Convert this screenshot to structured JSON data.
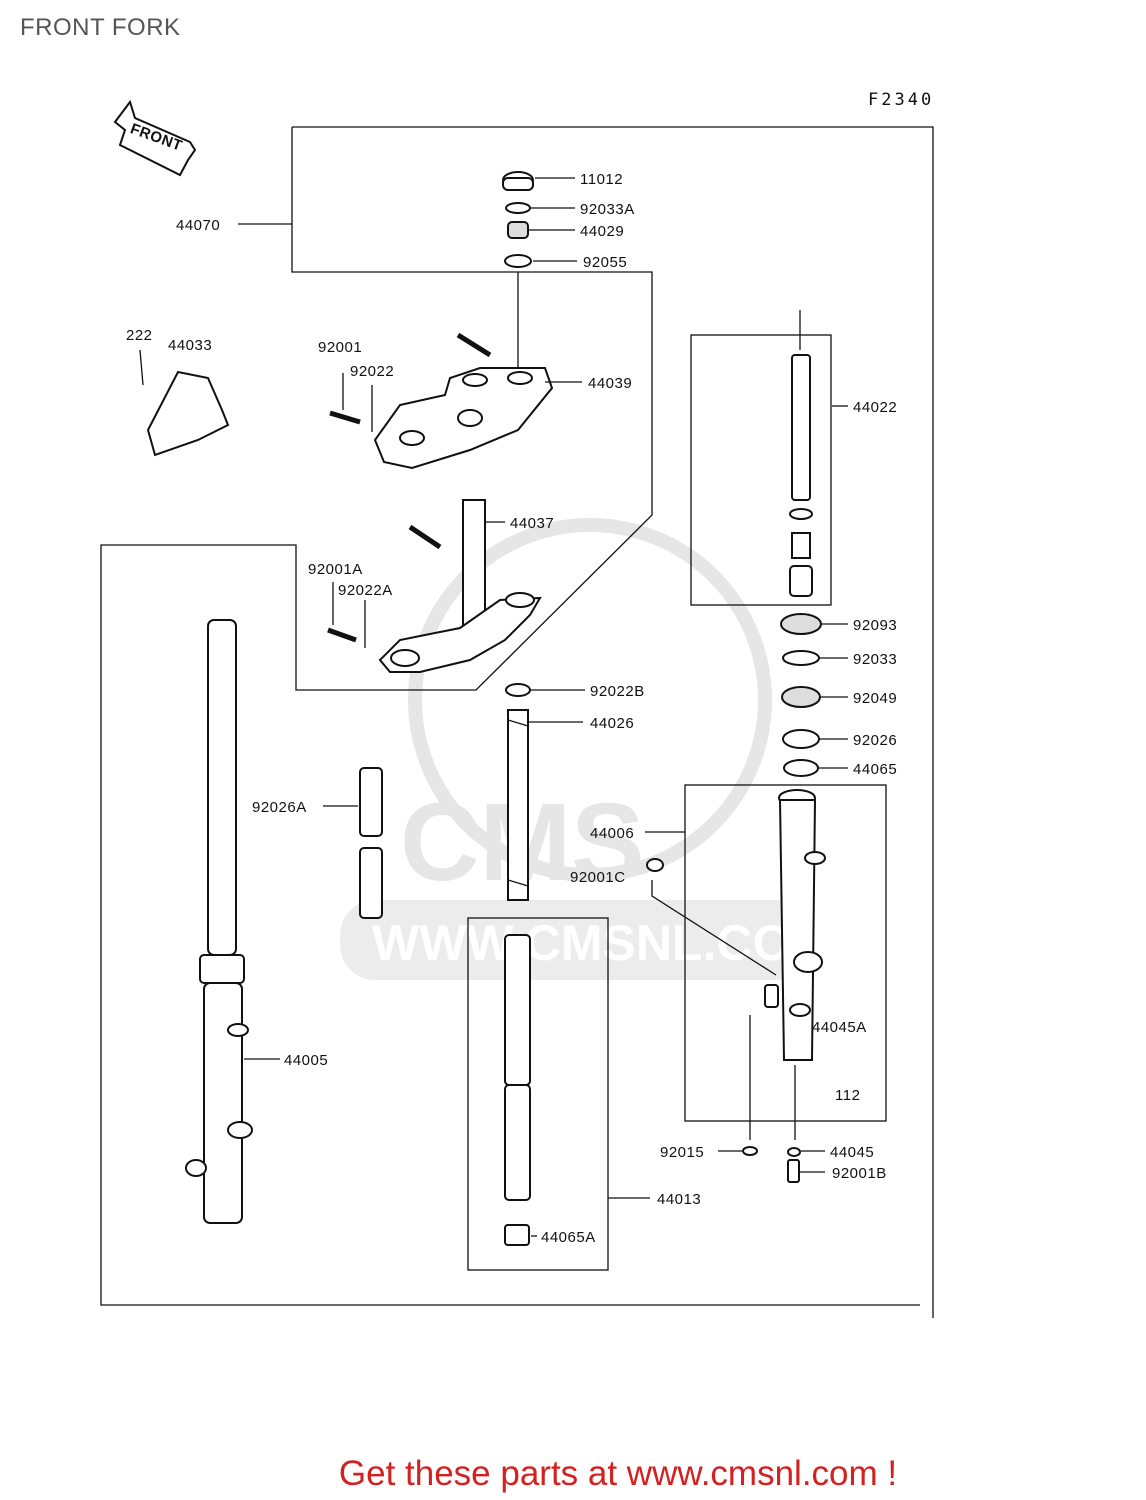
{
  "title": "FRONT FORK",
  "diagram_code": "F2340",
  "front_arrow_label": "FRONT",
  "watermark": {
    "brand": "CMS",
    "url": "WWW.CMSNL.COM"
  },
  "cta": "Get these parts at www.cmsnl.com !",
  "parts": {
    "p11012": "11012",
    "p92033A": "92033A",
    "p44029": "44029",
    "p92055": "92055",
    "p44070": "44070",
    "p222": "222",
    "p44033": "44033",
    "p92001": "92001",
    "p92022": "92022",
    "p44039": "44039",
    "p44022": "44022",
    "p44037": "44037",
    "p92001A": "92001A",
    "p92022A": "92022A",
    "p92093": "92093",
    "p92033": "92033",
    "p92022B": "92022B",
    "p92049": "92049",
    "p44026": "44026",
    "p92026": "92026",
    "p44065": "44065",
    "p92026A": "92026A",
    "p44006": "44006",
    "p92001C": "92001C",
    "p44045A": "44045A",
    "p112": "112",
    "p44005": "44005",
    "p92015": "92015",
    "p44045": "44045",
    "p92001B": "92001B",
    "p44013": "44013",
    "p44065A": "44065A"
  }
}
